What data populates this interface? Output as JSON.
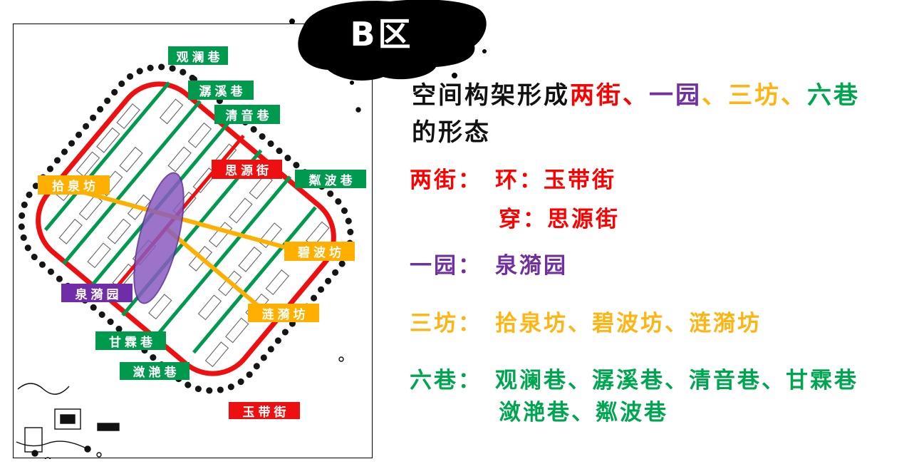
{
  "banner": {
    "title": "B区"
  },
  "intro": {
    "black_prefix": "空间构架形成",
    "terms": [
      {
        "text": "两街、",
        "color": "red"
      },
      {
        "text": "一园",
        "color": "purple"
      },
      {
        "text": "、三坊、",
        "color": "yellow"
      },
      {
        "text": "六巷",
        "color": "green"
      }
    ],
    "line2": "的形态"
  },
  "sections": {
    "streets": {
      "label": "两街：",
      "line1": "环：玉带街",
      "line2": "穿：思源街"
    },
    "garden": {
      "label": "一园：",
      "line1": "泉漪园"
    },
    "fangs": {
      "label": "三坊：",
      "line1": "拾泉坊、碧波坊、涟漪坊"
    },
    "lanes": {
      "label": "六巷：",
      "line1": "观澜巷、潺溪巷、清音巷、甘霖巷",
      "line2": "潋滟巷、粼波巷"
    }
  },
  "map": {
    "labels": [
      {
        "id": "guanlan",
        "text": "观澜巷",
        "type": "lane"
      },
      {
        "id": "chanxi",
        "text": "潺溪巷",
        "type": "lane"
      },
      {
        "id": "qingyin",
        "text": "清音巷",
        "type": "lane"
      },
      {
        "id": "siyuan",
        "text": "思源街",
        "type": "street"
      },
      {
        "id": "linbo",
        "text": "粼波巷",
        "type": "lane"
      },
      {
        "id": "shiquan",
        "text": "拾泉坊",
        "type": "fang"
      },
      {
        "id": "bibo",
        "text": "碧波坊",
        "type": "fang"
      },
      {
        "id": "quanyi",
        "text": "泉漪园",
        "type": "garden"
      },
      {
        "id": "lianyi",
        "text": "涟漪坊",
        "type": "fang"
      },
      {
        "id": "ganlin",
        "text": "甘霖巷",
        "type": "lane"
      },
      {
        "id": "lianyan",
        "text": "潋滟巷",
        "type": "lane"
      },
      {
        "id": "yudai",
        "text": "玉带街",
        "type": "street"
      }
    ]
  },
  "colors": {
    "red": "#ee1010",
    "green": "#009a4e",
    "yellow": "#ffaf00",
    "purple": "#6f2da8",
    "t_red": "#ff0000",
    "t_green": "#00a550",
    "t_yellow": "#ffb412",
    "t_purple": "#7030a0",
    "ink": "#000000"
  }
}
